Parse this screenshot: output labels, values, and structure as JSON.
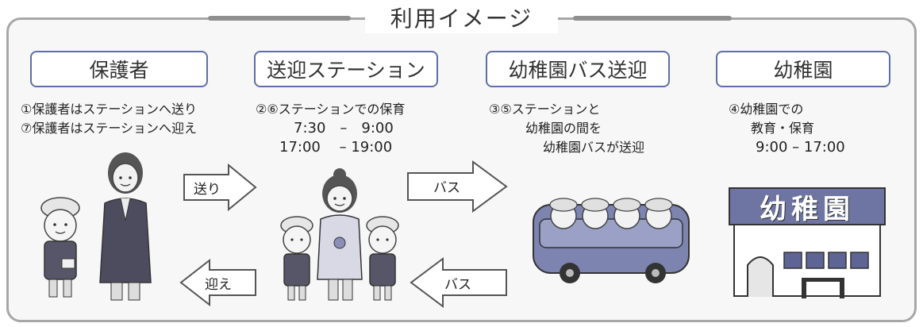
{
  "title": "利用イメージ",
  "columns": [
    {
      "heading": "保護者",
      "lines": [
        "①保護者はステーションへ送り",
        "⑦保護者はステーションへ迎え"
      ]
    },
    {
      "heading": "送迎ステーション",
      "lines": [
        "②⑥ステーションでの保育",
        "7:30　–　9:00",
        "17:00　 – 19:00"
      ]
    },
    {
      "heading": "幼稚園バス送迎",
      "lines": [
        "③⑤ステーションと",
        "幼稚園の間を",
        "幼稚園バスが送迎"
      ]
    },
    {
      "heading": "幼稚園",
      "lines": [
        "④幼稚園での",
        "教育・保育",
        "9:00 – 17:00"
      ]
    }
  ],
  "arrows": {
    "send": "送り",
    "pickup": "迎え",
    "bus_out": "バス",
    "bus_back": "バス"
  },
  "building_sign": "幼稚園",
  "colors": {
    "accent": "#5f6ea8",
    "frame": "#a7a7a7",
    "fill_purple": "#7d84b0"
  }
}
